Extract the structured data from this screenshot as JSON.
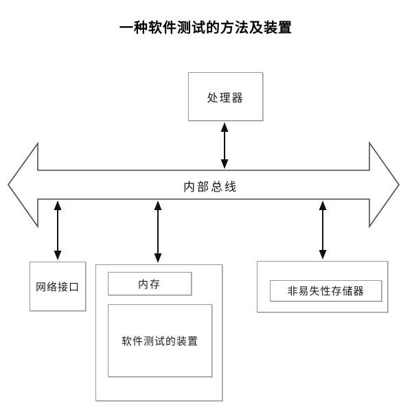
{
  "title": "一种软件测试的方法及装置",
  "diagram": {
    "bus_label": "内部总线",
    "processor_label": "处理器",
    "network_interface_label": "网络接口",
    "memory_label": "内存",
    "software_testing_device_label": "软件测试的装置",
    "nonvolatile_memory_label": "非易失性存储器"
  },
  "colors": {
    "background": "#ffffff",
    "box_border": "#979797",
    "bus_outline": "#4a4a4a",
    "arrow": "#111111",
    "text": "#1a1a1a"
  }
}
